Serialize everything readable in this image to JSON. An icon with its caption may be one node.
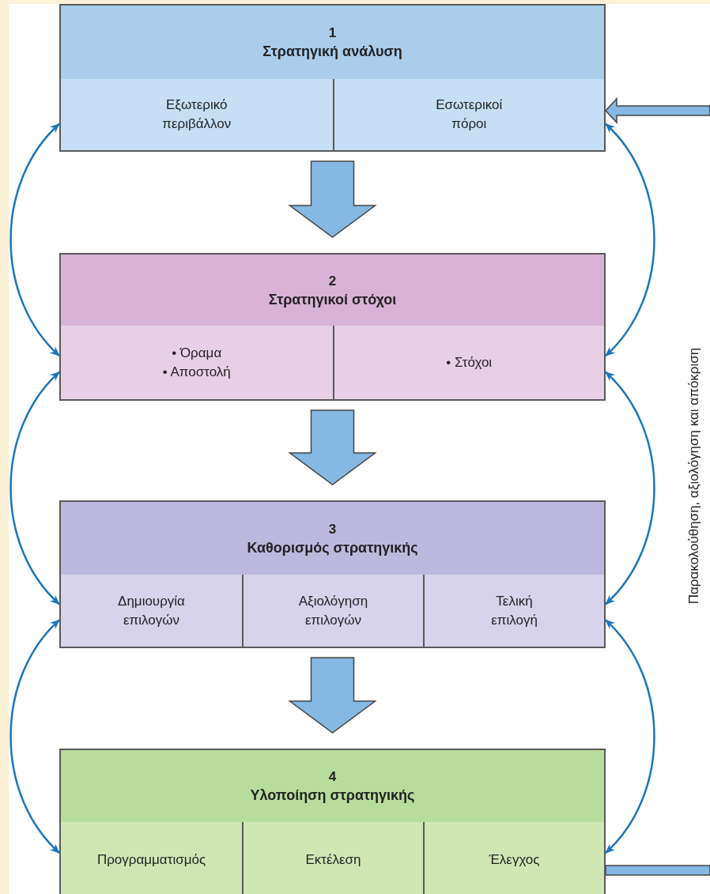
{
  "diagram": {
    "nodes": [
      {
        "text": [
          "1",
          "Στρατηγική ανάλυση"
        ]
      },
      {
        "text": [
          "Εξωτερικό περιβάλλον"
        ],
        "in": 0
      },
      {
        "text": [
          "Εσωτερικοί πόροι"
        ],
        "in": 0
      },
      {
        "text": [
          "2",
          "Στρατηγικοί στόχοι"
        ]
      },
      {
        "text": [
          "• Όραμα",
          "• Αποστολή"
        ],
        "in": 3
      },
      {
        "text": [
          "• Στόχοι"
        ],
        "in": 3
      },
      {
        "text": [
          "3",
          "Καθορισμός στρατηγικής"
        ]
      },
      {
        "text": [
          "Δημιουργία επιλογών"
        ],
        "in": 6
      },
      {
        "text": [
          "Αξιολόγηση επιλογών"
        ],
        "in": 6
      },
      {
        "text": [
          "Τελική επιλογή"
        ],
        "in": 6
      },
      {
        "text": [
          "4",
          "Υλοποίηση στρατηγικής"
        ]
      },
      {
        "text": [
          "Προγραμματισμός"
        ],
        "in": 10
      },
      {
        "text": [
          "Εκτέλεση"
        ],
        "in": 10
      },
      {
        "text": [
          "Έλεγχος"
        ],
        "in": 10
      }
    ],
    "edges": [
      {
        "from": 0,
        "to": 3,
        "arrow": "to",
        "style": "thick",
        "color": "#85b8e3"
      },
      {
        "from": 3,
        "to": 6,
        "arrow": "to",
        "style": "thick",
        "color": "#85b8e3"
      },
      {
        "from": 6,
        "to": 10,
        "arrow": "to",
        "style": "thick",
        "color": "#85b8e3"
      },
      {
        "from": 1,
        "to": 4,
        "arrow": "both"
      },
      {
        "from": 4,
        "to": 7,
        "arrow": "both"
      },
      {
        "from": 7,
        "to": 11,
        "arrow": "both"
      },
      {
        "from": 2,
        "to": 5,
        "arrow": "both"
      },
      {
        "from": 5,
        "to": 9,
        "arrow": "both"
      },
      {
        "from": 9,
        "to": 13,
        "arrow": "both"
      },
      {
        "from": 13,
        "to": null,
        "arrow": "none",
        "style": "thick",
        "color": "#85b8e3"
      },
      {
        "from": null,
        "to": 2,
        "arrow": "to",
        "style": "thick",
        "color": "#85b8e3"
      }
    ],
    "labels": [
      "Παρακολούθηση, αξιολόγηση και απόκριση"
    ]
  }
}
